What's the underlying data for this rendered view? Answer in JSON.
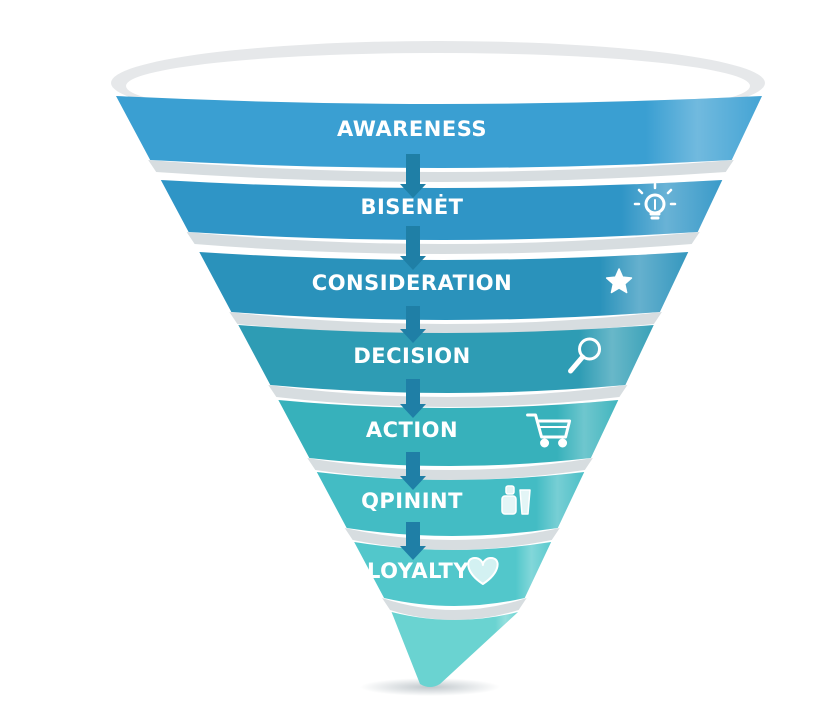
{
  "diagram": {
    "type": "funnel",
    "colors": {
      "rim_outer": "#e6e8ea",
      "rim_inner": "#ffffff",
      "divider": "#d7dde0",
      "connector": "#1f7fa6",
      "shadow": "#c8ced2"
    },
    "stages": [
      {
        "label": "AWARENESS",
        "icon": "",
        "color": "#3a9fd2"
      },
      {
        "label": "BISENĖT",
        "icon": "lightbulb-icon",
        "color": "#2f95c6"
      },
      {
        "label": "CONSIDERATION",
        "icon": "star-icon",
        "color": "#2a92bb"
      },
      {
        "label": "DECISION",
        "icon": "magnifier-icon",
        "color": "#2e9cb4"
      },
      {
        "label": "ACTION",
        "icon": "shopping-cart-icon",
        "color": "#37b1bb"
      },
      {
        "label": "QPININT",
        "icon": "drink-icon",
        "color": "#43bcc4"
      },
      {
        "label": "LOYALTY",
        "icon": "heart-icon",
        "color": "#52c7cb"
      },
      {
        "label": "",
        "icon": "",
        "color": "#6ad3d1"
      }
    ]
  }
}
